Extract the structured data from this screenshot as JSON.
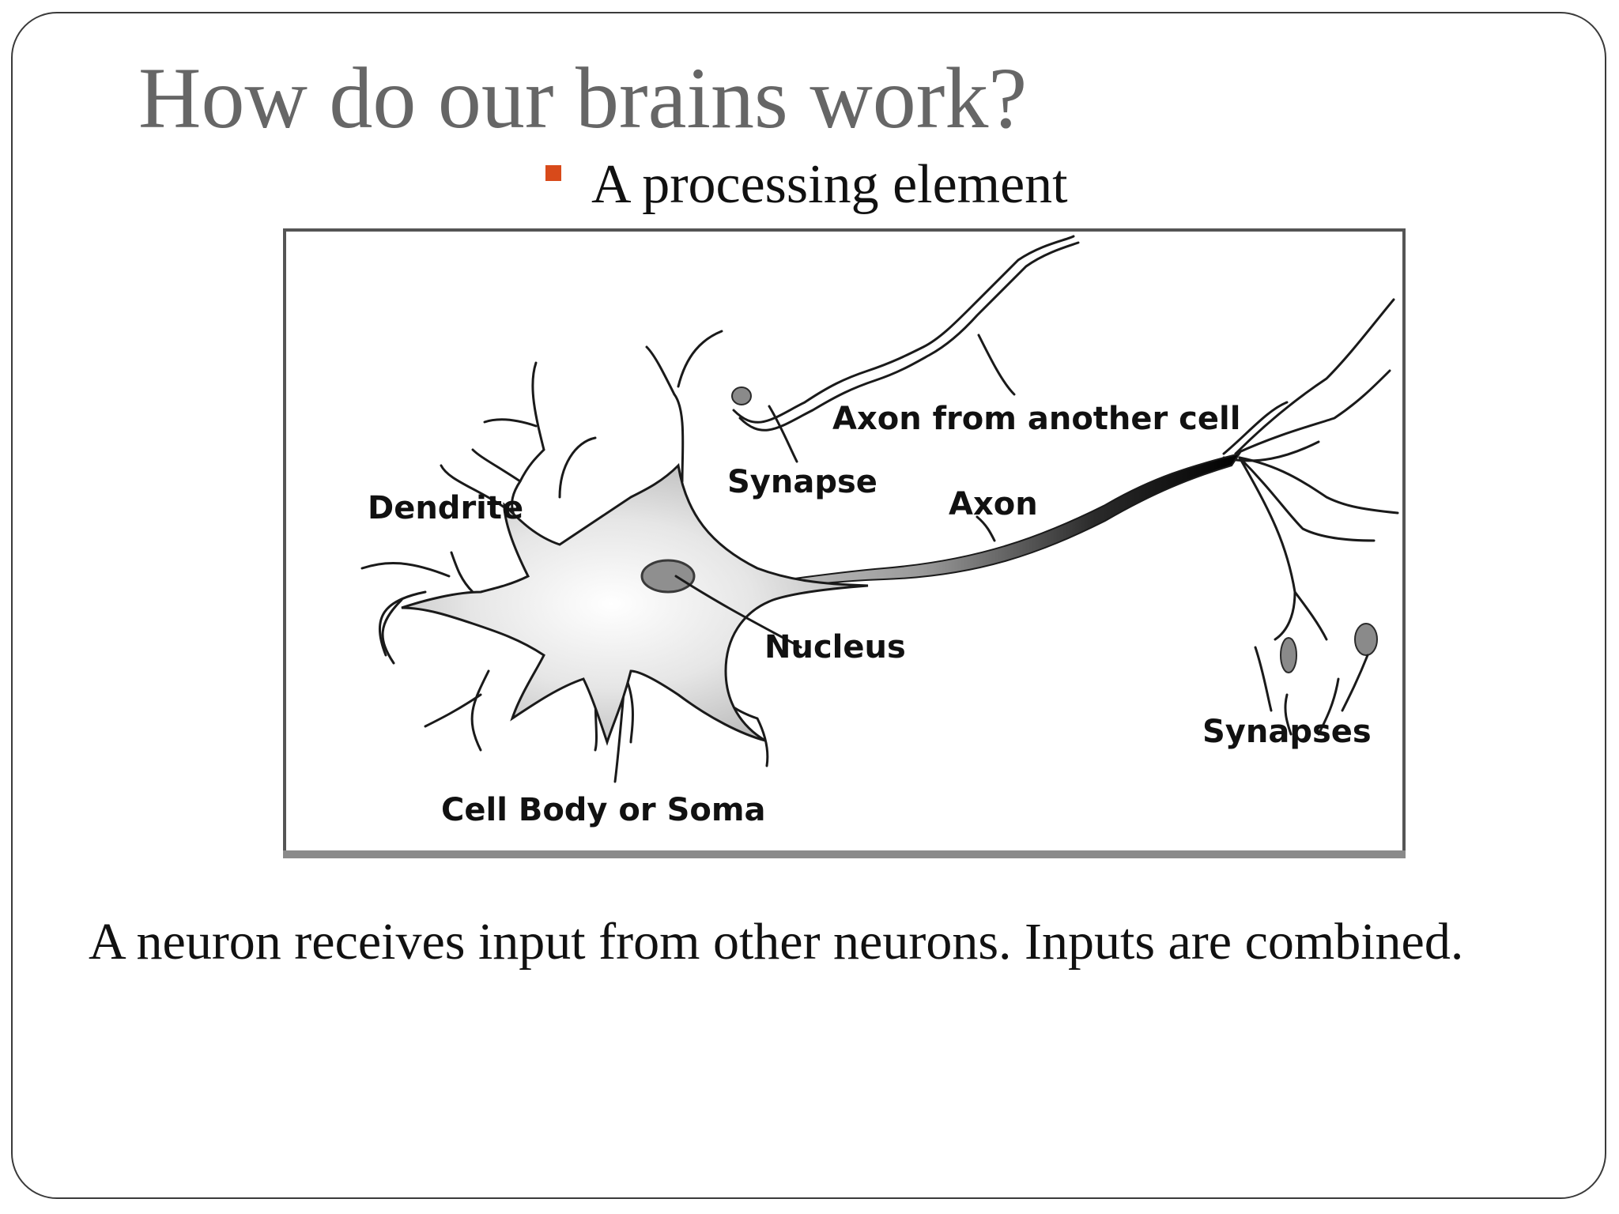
{
  "slide": {
    "title": "How do our brains work?",
    "bullet": "A processing element",
    "caption": "A neuron receives input from other neurons. Inputs are combined."
  },
  "diagram": {
    "labels": {
      "axon_from_another_cell": "Axon from another cell",
      "synapse": "Synapse",
      "dendrite": "Dendrite",
      "axon": "Axon",
      "nucleus": "Nucleus",
      "synapses": "Synapses",
      "cell_body": "Cell Body or Soma"
    }
  },
  "colors": {
    "title": "#666666",
    "bullet_marker": "#d84a1a",
    "text": "#111111",
    "frame_border": "#3a3a3a"
  }
}
